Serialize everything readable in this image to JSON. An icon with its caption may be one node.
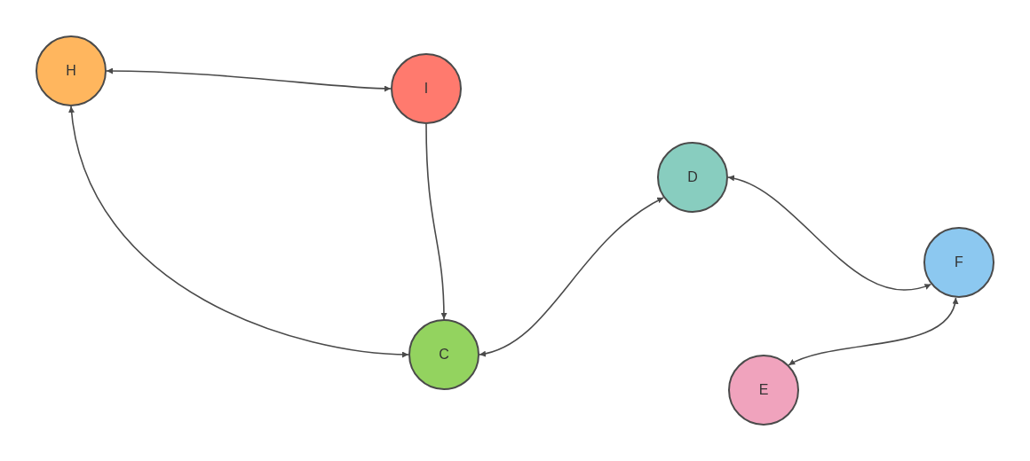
{
  "diagram": {
    "nodes": [
      {
        "text": [
          "H"
        ]
      },
      {
        "text": [
          "I"
        ]
      },
      {
        "text": [
          "D"
        ]
      },
      {
        "text": [
          "F"
        ]
      },
      {
        "text": [
          "C"
        ]
      },
      {
        "text": [
          "E"
        ]
      }
    ],
    "edges": [
      {
        "from": 0,
        "to": 1,
        "arrow": "both"
      },
      {
        "from": 1,
        "to": 4,
        "arrow": "to"
      },
      {
        "from": 0,
        "to": 4,
        "arrow": "both"
      },
      {
        "from": 4,
        "to": 2,
        "arrow": "both"
      },
      {
        "from": 2,
        "to": 3,
        "arrow": "both"
      },
      {
        "from": 5,
        "to": 3,
        "arrow": "both"
      }
    ]
  }
}
